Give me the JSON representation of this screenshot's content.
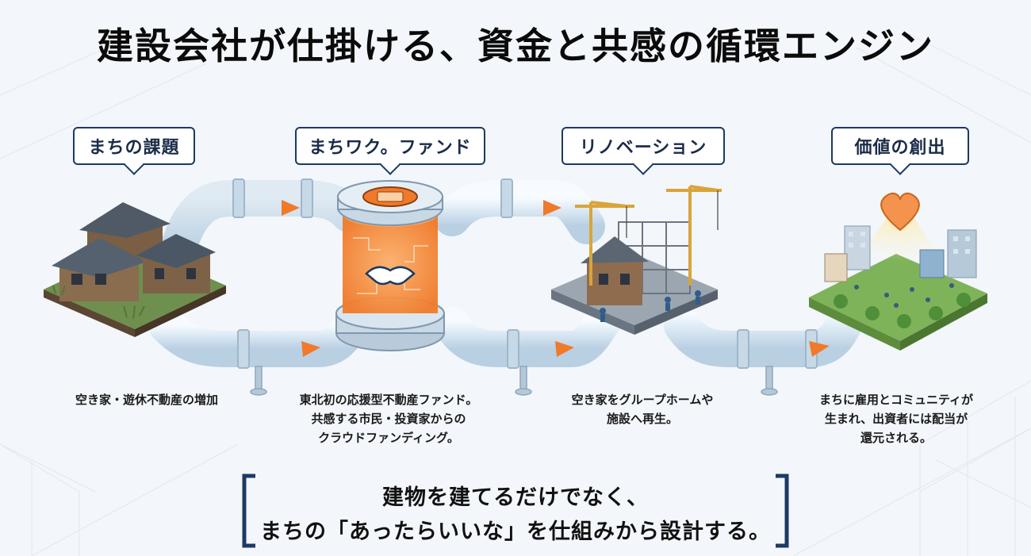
{
  "title": "建設会社が仕掛ける、資金と共感の循環エンジン",
  "stages": [
    {
      "label": "まちの課題",
      "description": [
        "空き家・遊休不動産の増加"
      ]
    },
    {
      "label": "まちワク。ファンド",
      "description": [
        "東北初の応援型不動産ファンド。",
        "共感する市民・投資家からの",
        "クラウドファンディング。"
      ]
    },
    {
      "label": "リノベーション",
      "description": [
        "空き家をグループホームや",
        "施設へ再生。"
      ]
    },
    {
      "label": "価値の創出",
      "description": [
        "まちに雇用とコミュニティが",
        "生まれ、出資者には配当が",
        "還元される。"
      ]
    }
  ],
  "message": {
    "line1": "建物を建てるだけでなく、",
    "line2": "まちの「あったらいいな」を仕組みから設計する。"
  },
  "colors": {
    "navy": "#1c3a63",
    "orange": "#f08a3c",
    "pipe": "#cfe0ee",
    "ground": "#5b8f3a"
  }
}
